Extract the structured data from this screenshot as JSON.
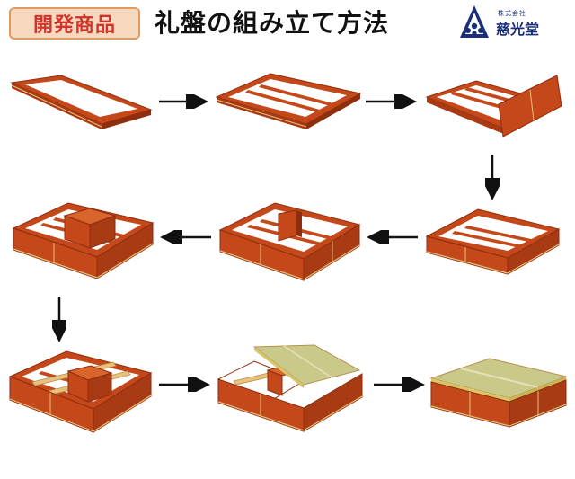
{
  "header": {
    "badge": "開発商品",
    "title": "礼盤の組み立て方法"
  },
  "logo": {
    "company_small": "株式会社",
    "company_name": "慈光堂",
    "icon": "jikodo-logo-icon"
  },
  "colors": {
    "wood": "#c4481a",
    "wood_dark": "#8f2e0d",
    "wood_light": "#d9652d",
    "trim": "#e8c27a",
    "tatami": "#c9c98a",
    "badge_bg": "#f7d9bf",
    "badge_text": "#d0342c",
    "logo_blue": "#1b2e7a"
  },
  "steps": [
    {
      "id": 1,
      "content": "frame"
    },
    {
      "id": 2,
      "content": "frame-with-rails"
    },
    {
      "id": 3,
      "content": "frame-with-one-side"
    },
    {
      "id": 4,
      "content": "box-with-rails"
    },
    {
      "id": 5,
      "content": "box-with-partition"
    },
    {
      "id": 6,
      "content": "box-with-inner-box"
    },
    {
      "id": 7,
      "content": "box-with-supports"
    },
    {
      "id": 8,
      "content": "half-tatami"
    },
    {
      "id": 9,
      "content": "full-tatami"
    }
  ]
}
